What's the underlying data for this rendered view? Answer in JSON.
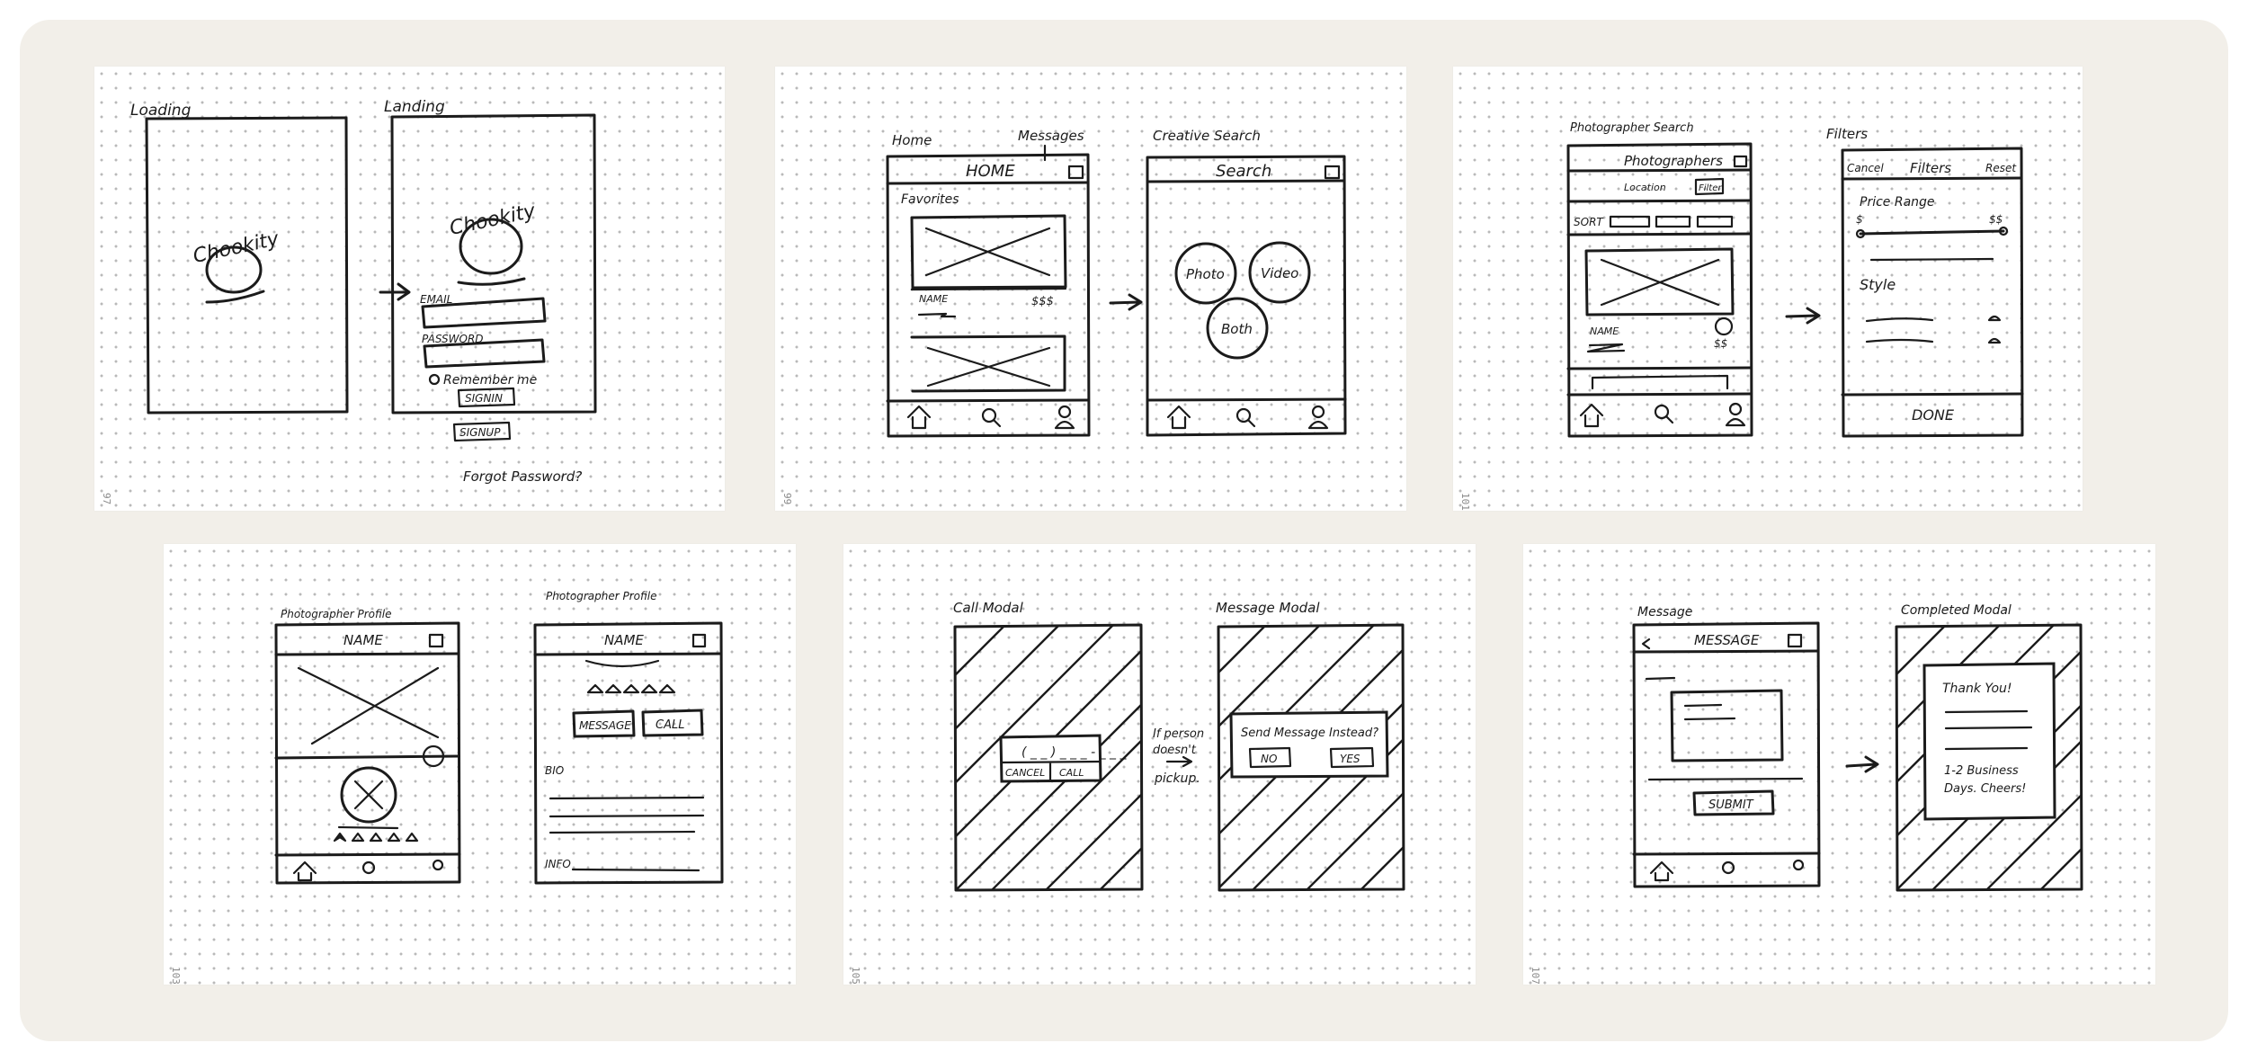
{
  "sheets": [
    {
      "page_number": "97",
      "screens": [
        {
          "label": "Loading",
          "logo": "Chookity"
        },
        {
          "label": "Landing",
          "logo": "Chookity",
          "email_label": "EMAIL",
          "password_label": "PASSWORD",
          "remember": "Remember me",
          "signin": "SIGNIN",
          "signup": "SIGNUP",
          "forgot": "Forgot Password?"
        }
      ]
    },
    {
      "page_number": "99",
      "screens": [
        {
          "label": "Home",
          "title": "HOME",
          "annotation": "Messages",
          "section": "Favorites",
          "card_name": "NAME",
          "card_price": "$$$"
        },
        {
          "label": "Creative Search",
          "title": "Search",
          "options": [
            "Photo",
            "Video",
            "Both"
          ]
        }
      ]
    },
    {
      "page_number": "101",
      "screens": [
        {
          "label": "Photographer Search",
          "title": "Photographers",
          "location": "Location",
          "filter": "Filter",
          "sort": "SORT",
          "card_name": "NAME",
          "card_price": "$$"
        },
        {
          "label": "Filters",
          "cancel": "Cancel",
          "title": "Filters",
          "reset": "Reset",
          "price_range": "Price Range",
          "price_min": "$",
          "price_max": "$$",
          "style": "Style",
          "done": "DONE"
        }
      ]
    },
    {
      "page_number": "103",
      "screens": [
        {
          "label": "Photographer Profile",
          "title": "NAME"
        },
        {
          "label": "Photographer Profile",
          "title": "NAME",
          "message": "MESSAGE",
          "call": "CALL",
          "bio": "BIO",
          "info": "INFO"
        }
      ]
    },
    {
      "page_number": "105",
      "screens": [
        {
          "label": "Call Modal",
          "cancel": "CANCEL",
          "call": "CALL"
        },
        {
          "label": "Message Modal",
          "prompt": "Send Message Instead?",
          "no": "NO",
          "yes": "YES"
        }
      ],
      "note": [
        "If person",
        "doesn't",
        "pickup."
      ]
    },
    {
      "page_number": "107",
      "screens": [
        {
          "label": "Message",
          "title": "MESSAGE",
          "submit": "SUBMIT"
        },
        {
          "label": "Completed Modal",
          "thanks": "Thank You!",
          "line1": "1-2 Business",
          "line2": "Days. Cheers!"
        }
      ]
    }
  ]
}
